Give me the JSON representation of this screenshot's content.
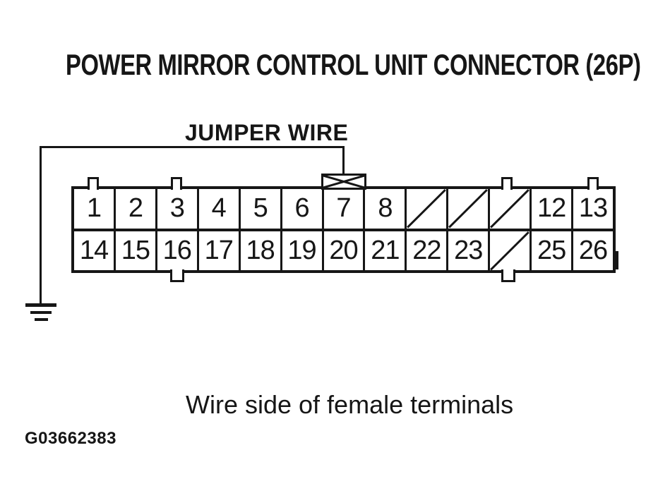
{
  "title": "POWER MIRROR CONTROL UNIT CONNECTOR (26P)",
  "jumper_wire_label": "JUMPER WIRE",
  "caption": "Wire side of female terminals",
  "figure_id": "G03662383",
  "connector": {
    "rows": [
      {
        "name": "top",
        "cells": [
          {
            "label": "1"
          },
          {
            "label": "2"
          },
          {
            "label": "3"
          },
          {
            "label": "4"
          },
          {
            "label": "5"
          },
          {
            "label": "6"
          },
          {
            "label": "7"
          },
          {
            "label": "8"
          },
          {
            "label": "",
            "slashed": true
          },
          {
            "label": "",
            "slashed": true
          },
          {
            "label": "",
            "slashed": true
          },
          {
            "label": "12"
          },
          {
            "label": "13"
          }
        ]
      },
      {
        "name": "bottom",
        "cells": [
          {
            "label": "14"
          },
          {
            "label": "15"
          },
          {
            "label": "16"
          },
          {
            "label": "17"
          },
          {
            "label": "18"
          },
          {
            "label": "19"
          },
          {
            "label": "20"
          },
          {
            "label": "21"
          },
          {
            "label": "22"
          },
          {
            "label": "23"
          },
          {
            "label": "",
            "slashed": true
          },
          {
            "label": "25"
          },
          {
            "label": "26"
          }
        ]
      }
    ]
  },
  "symbols": {
    "ground": "ground-symbol",
    "jumper_junction": "crossed-box"
  },
  "colors": {
    "ink": "#161616",
    "paper": "#ffffff"
  }
}
